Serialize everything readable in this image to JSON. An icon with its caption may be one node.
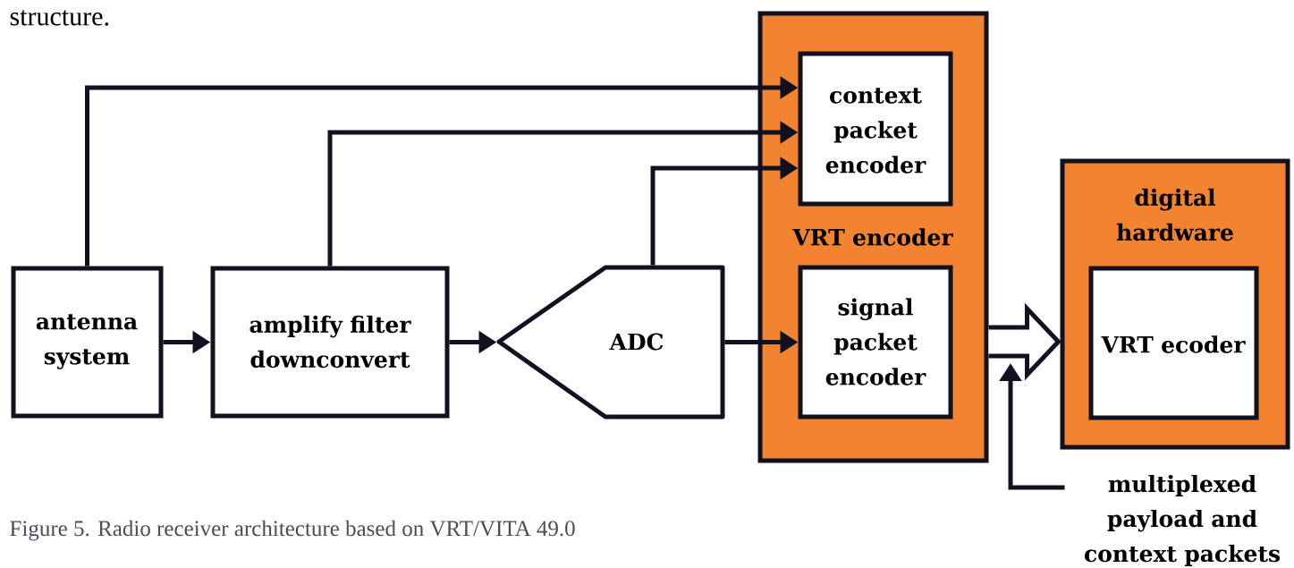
{
  "diagram": {
    "caption": "Figure 5. Radio receiver architecture based on VRT/VITA 49.0",
    "nodes": [
      {
        "text": [
          "antenna system"
        ]
      },
      {
        "text": [
          "amplify filter downconvert"
        ]
      },
      {
        "text": [
          "ADC"
        ]
      },
      {
        "text": [
          "VRT encoder"
        ]
      },
      {
        "text": [
          "context packet encoder"
        ],
        "in": 3
      },
      {
        "text": [
          "signal packet encoder"
        ],
        "in": 3
      },
      {
        "text": [
          "digital hardware"
        ]
      },
      {
        "text": [
          "VRT ecoder"
        ],
        "in": 6
      },
      {
        "text": [
          "multiplexed payload and context packets"
        ]
      }
    ],
    "edges": [
      {
        "from": 0,
        "to": 4,
        "arrow": "to"
      },
      {
        "from": 1,
        "to": 4,
        "arrow": "to"
      },
      {
        "from": 2,
        "to": 4,
        "arrow": "to"
      },
      {
        "from": 0,
        "to": 1,
        "arrow": "to"
      },
      {
        "from": 1,
        "to": 2,
        "arrow": "to"
      },
      {
        "from": 2,
        "to": 5,
        "arrow": "to"
      },
      {
        "from": 3,
        "to": 6,
        "arrow": "to",
        "style": "thick"
      },
      {
        "from": 8,
        "to": null,
        "arrow": "to"
      }
    ],
    "labels": [
      "structure."
    ]
  }
}
